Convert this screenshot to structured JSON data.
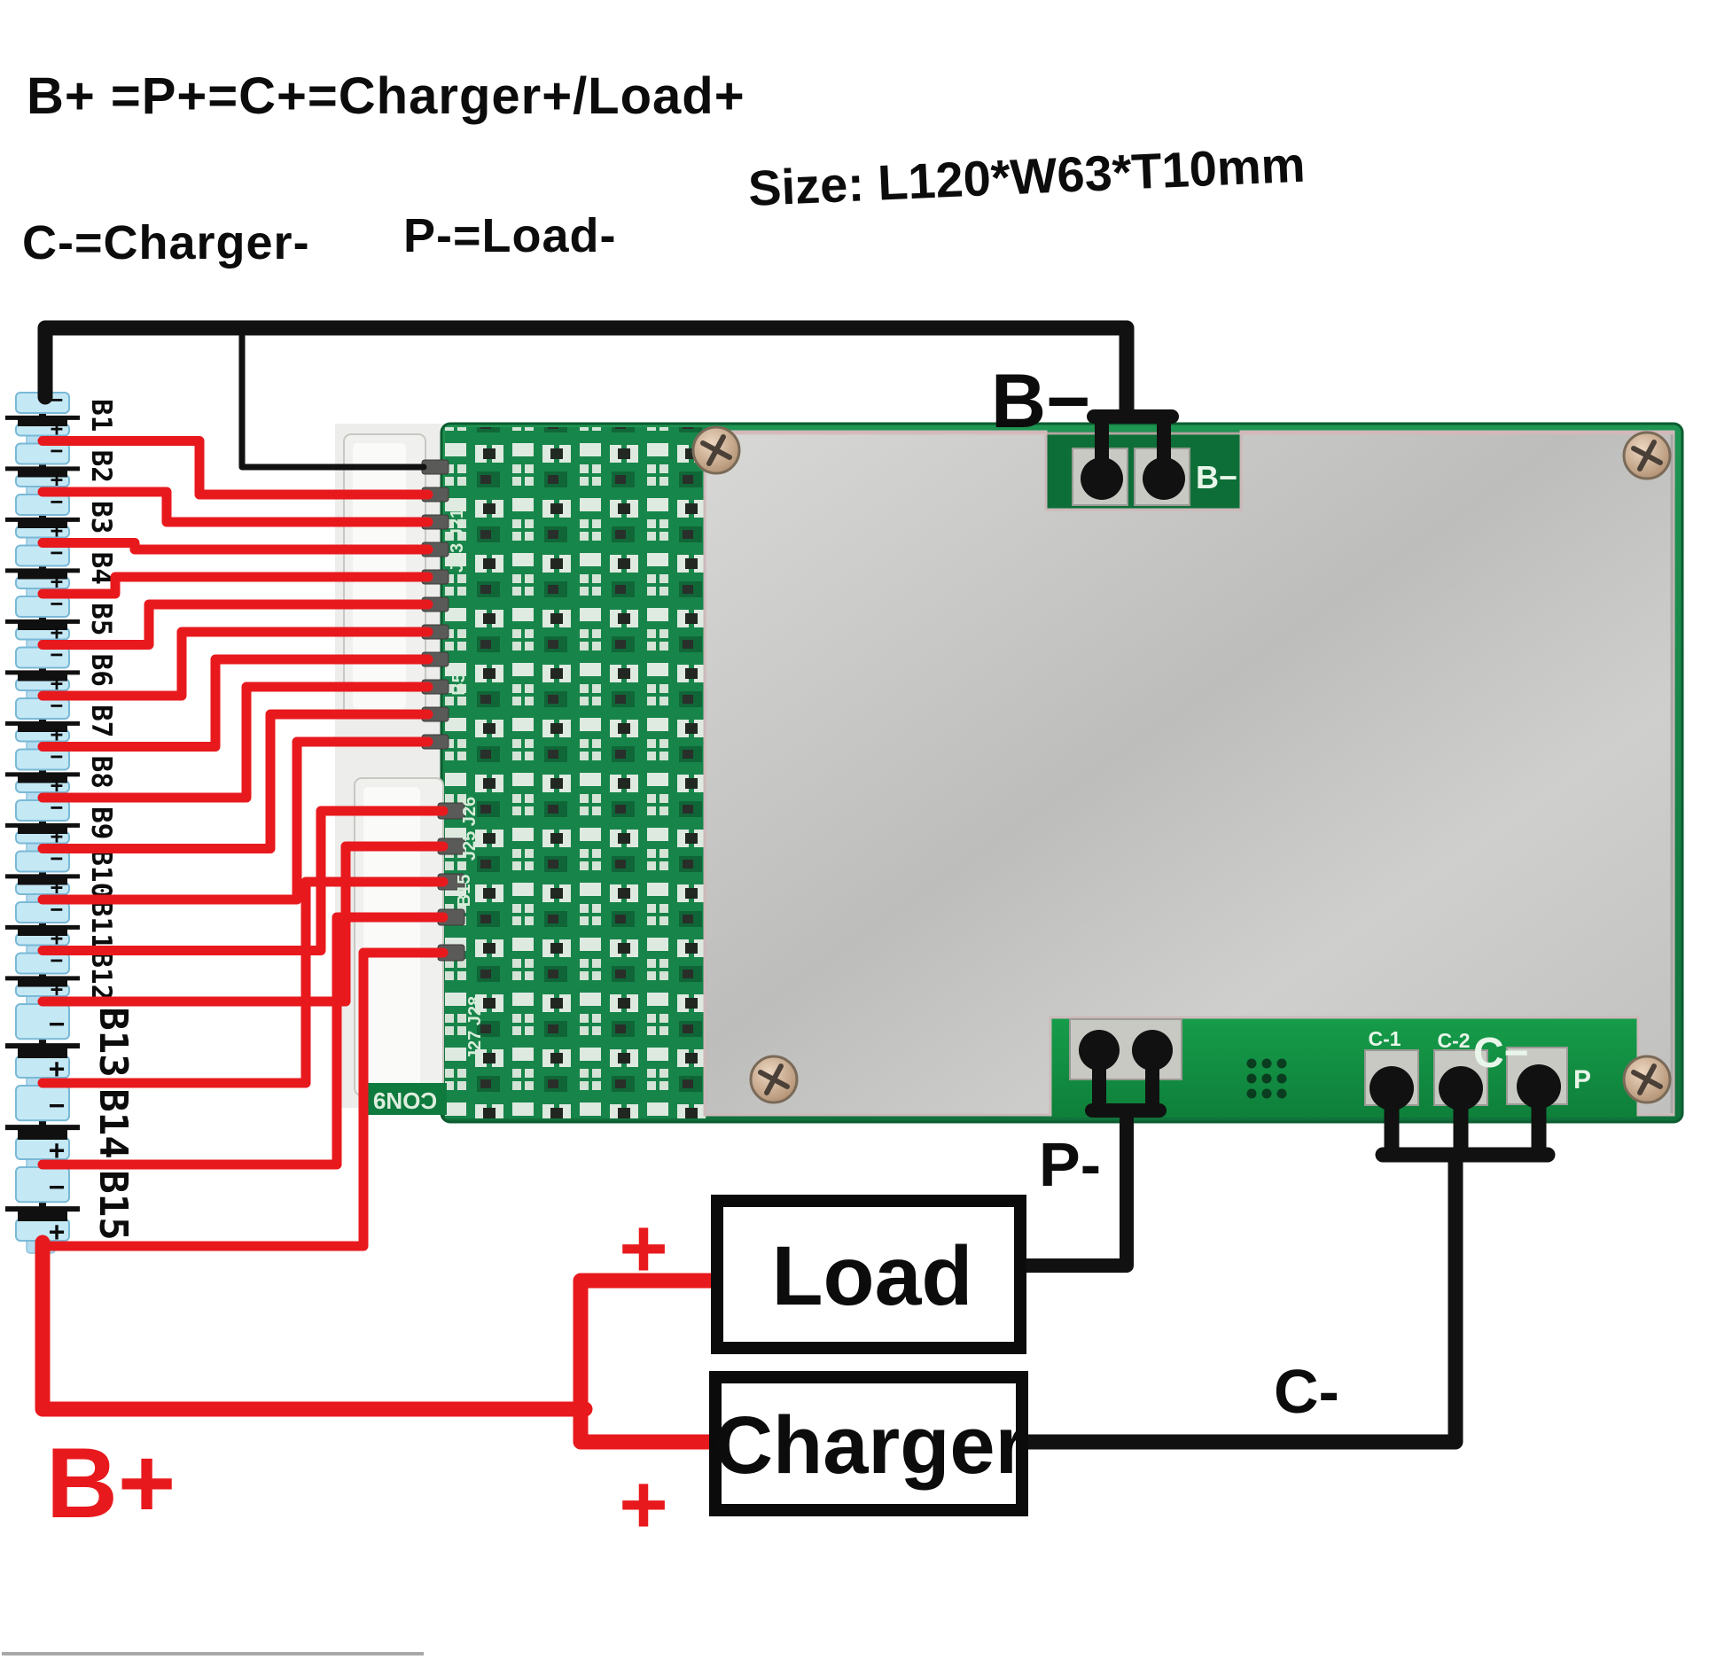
{
  "header": {
    "line1": "B+ =P+=C+=Charger+/Load+",
    "equiv_c": "C-=Charger-",
    "equiv_p": "P-=Load-",
    "size": "Size: L120*W63*T10mm"
  },
  "terminals": {
    "b_minus": "B−",
    "b_plus": "B+",
    "p_minus": "P-",
    "c_minus": "C-",
    "load_plus": "+",
    "charger_plus": "+"
  },
  "boxes": {
    "load": "Load",
    "charger": "Charger"
  },
  "battery": {
    "cells": [
      "B1",
      "B2",
      "B3",
      "B4",
      "B5",
      "B6",
      "B7",
      "B8",
      "B9",
      "B10",
      "B11",
      "B12",
      "B13",
      "B14",
      "B15"
    ],
    "minus_sign": "−",
    "plus_sign": "+"
  },
  "pcb": {
    "silkscreen": {
      "b_minus": "B−",
      "c1": "C-1",
      "c2": "C-2",
      "c_minus_big": "C−",
      "p": "P",
      "con9": "CON9",
      "trace_labels": [
        "J23 J21",
        "B5",
        "J25 J26",
        "B15",
        "J27 J28"
      ]
    }
  },
  "colors": {
    "wire_red": "#e8191d",
    "wire_black": "#111111",
    "pcb_green": "#1c8f4e",
    "plate_silver": "#c9c9c7",
    "cell_blue": "#c5e8f5"
  }
}
